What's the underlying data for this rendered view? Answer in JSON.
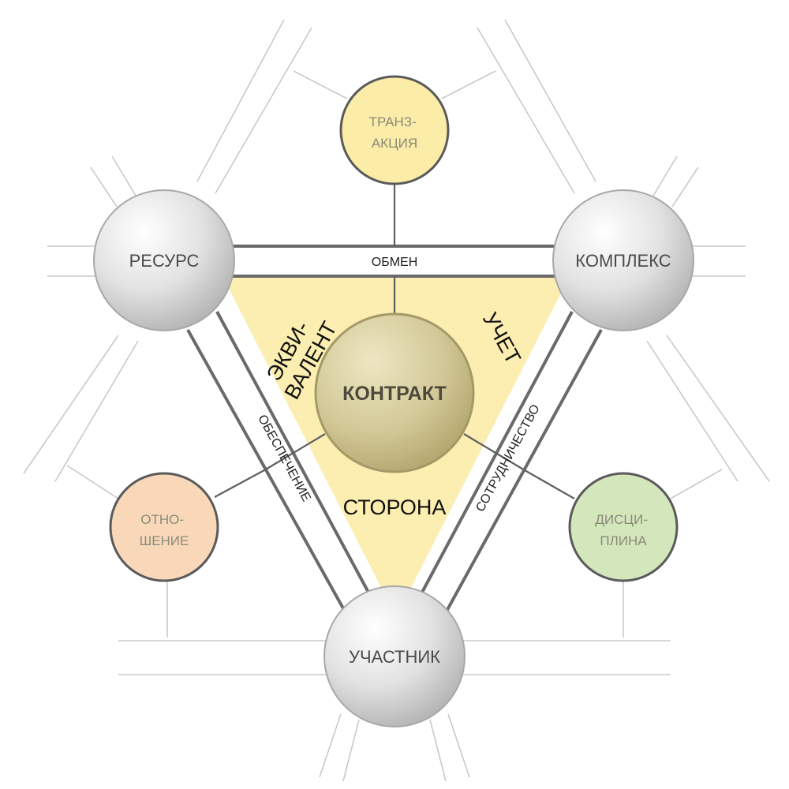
{
  "diagram": {
    "nodes": {
      "resource": "РЕСУРС",
      "complex": "КОМПЛЕКС",
      "participant": "УЧАСТНИК",
      "contract": "КОНТРАКТ",
      "transaction": [
        "ТРАНЗ-",
        "АКЦИЯ"
      ],
      "relation": [
        "ОТНО-",
        "ШЕНИЕ"
      ],
      "discipline": [
        "ДИСЦИ-",
        "ПЛИНА"
      ]
    },
    "edges": {
      "exchange": "ОБМЕН",
      "provision": "ОБЕСПЕЧЕНИЕ",
      "cooperation": "СОТРУДНИЧЕСТВО"
    },
    "inner": {
      "equivalent": [
        "ЭКВИ-",
        "ВАЛЕНТ"
      ],
      "accounting": "УЧЕТ",
      "side": "СТОРОНА"
    },
    "colors": {
      "triangle": "#fbeeb0",
      "transaction": "#fbeca8",
      "relation": "#f8d8b8",
      "discipline": "#d4e6bc",
      "contract": "#cdc38e",
      "gray_node": "#d9d9d9",
      "band": "#6a6a6a"
    }
  }
}
